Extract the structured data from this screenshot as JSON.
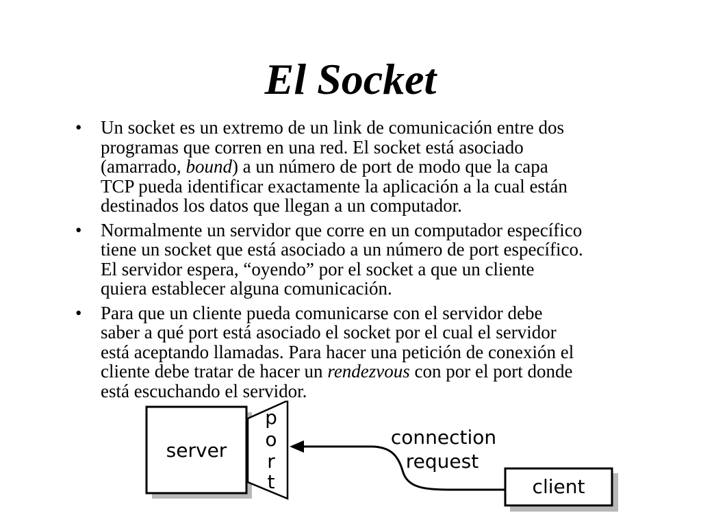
{
  "slide": {
    "title": "El Socket",
    "bullet_symbol": "•",
    "bullets": [
      {
        "lines": [
          [
            {
              "t": "Un socket es un extremo de un link de comunicación entre dos"
            }
          ],
          [
            {
              "t": "programas que corren en una red. El socket está asociado"
            }
          ],
          [
            {
              "t": "(amarrado, "
            },
            {
              "t": "bound",
              "i": true
            },
            {
              "t": ") a un número de port de modo que la capa"
            }
          ],
          [
            {
              "t": "TCP pueda identificar exactamente la aplicación a la cual están"
            }
          ],
          [
            {
              "t": "destinados los datos que llegan a un computador."
            }
          ]
        ]
      },
      {
        "lines": [
          [
            {
              "t": "Normalmente un servidor que corre en un computador específico"
            }
          ],
          [
            {
              "t": "tiene un socket que está asociado a un número de port específico."
            }
          ],
          [
            {
              "t": "El servidor espera, “oyendo” por el socket a que un cliente"
            }
          ],
          [
            {
              "t": "quiera establecer alguna comunicación."
            }
          ]
        ]
      },
      {
        "lines": [
          [
            {
              "t": "Para que un cliente pueda comunicarse con el servidor debe"
            }
          ],
          [
            {
              "t": "saber a qué port está asociado el socket por el cual el servidor"
            }
          ],
          [
            {
              "t": "está aceptando llamadas. Para hacer una petición de conexión el"
            }
          ],
          [
            {
              "t": "cliente debe tratar de hacer un "
            },
            {
              "t": "rendezvous",
              "i": true
            },
            {
              "t": " con por el port donde"
            }
          ],
          [
            {
              "t": "está escuchando el servidor."
            }
          ]
        ]
      }
    ]
  },
  "diagram": {
    "server_label": "server",
    "port_letters": [
      "p",
      "o",
      "r",
      "t"
    ],
    "connection_label": "connection",
    "request_label": "request",
    "client_label": "client"
  }
}
